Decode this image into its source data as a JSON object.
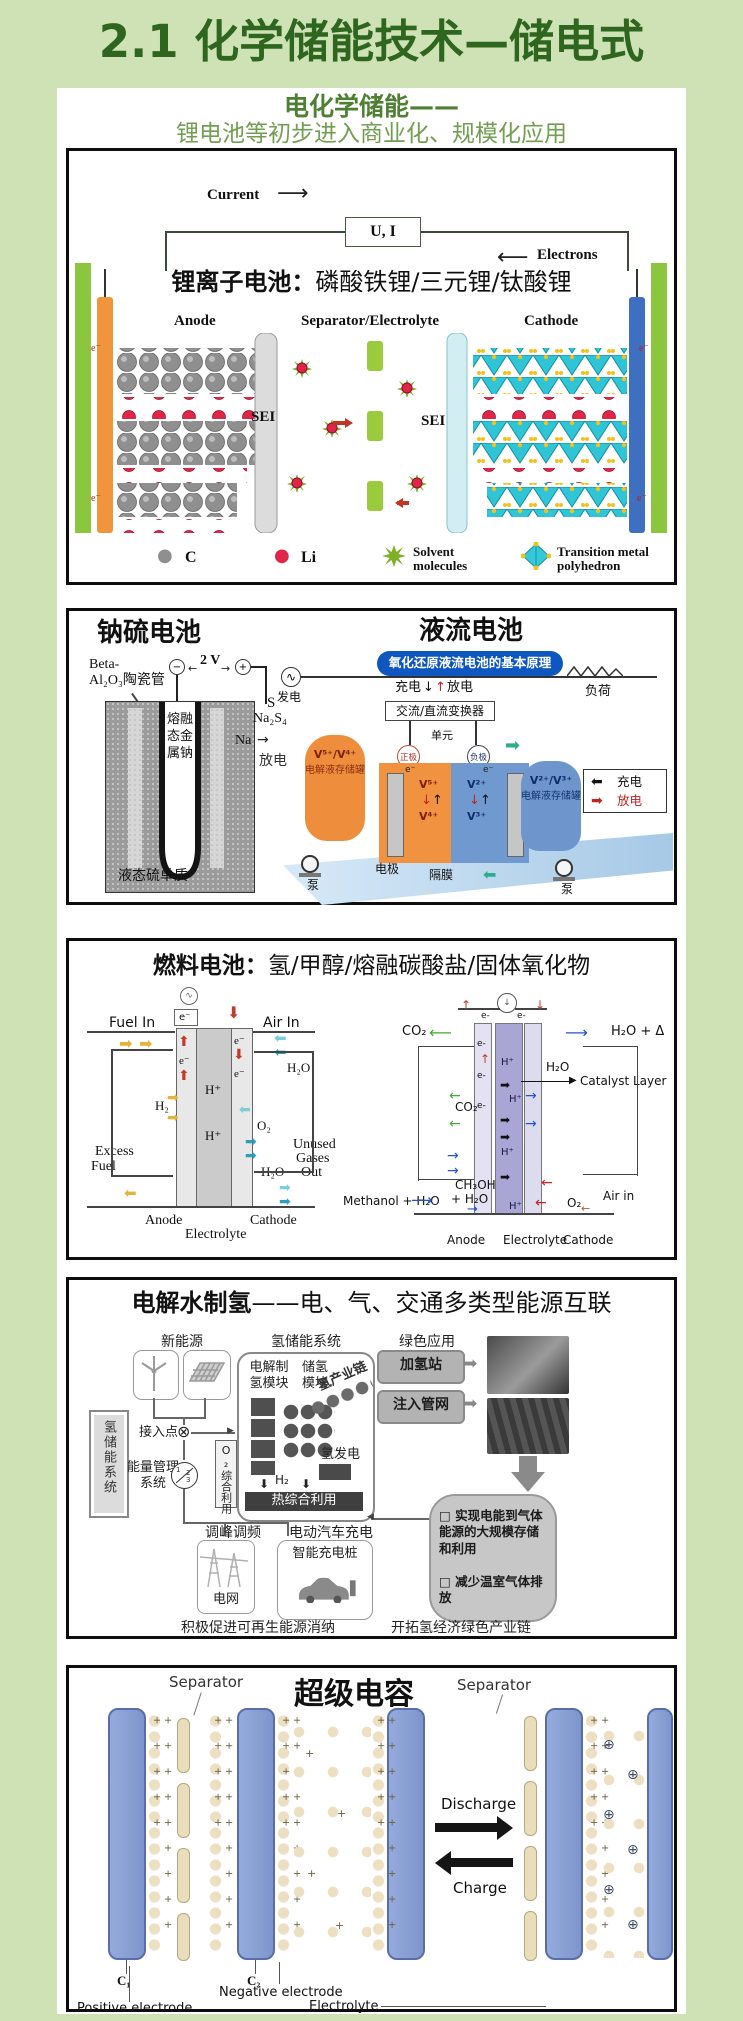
{
  "header": {
    "title": "2.1 化学储能技术—储电式"
  },
  "intro": {
    "line1": "电化学储能——",
    "line2": "锂电池等初步进入商业化、规模化应用"
  },
  "glyphs": {
    "dot": "●",
    "fat_right": "➡",
    "fat_left": "⬅",
    "fat_up": "⬆",
    "fat_down": "⬇",
    "right": "→",
    "left": "←",
    "up": "↑",
    "down": "↓",
    "long_right": "⟶",
    "long_left": "⟵",
    "sine": "∿",
    "circle_x": "⊗",
    "tri_right": "▶",
    "tri_left": "◀",
    "square": "□",
    "circle_plus": "⊕",
    "plus": "+",
    "minus": "−",
    "plus_chain": "+ + + + + + + + + + + + + +"
  },
  "li": {
    "current": "Current",
    "ui": "U, I",
    "electrons": "Electrons",
    "t_bold": "锂离子电池：",
    "t_rest": "磷酸铁锂/三元锂/钛酸锂",
    "anode": "Anode",
    "sep": "Separator/Electrolyte",
    "cathode": "Cathode",
    "sei": "SEI",
    "e": "e⁻",
    "leg_c": "C",
    "leg_li": "Li",
    "leg_s1": "Solvent",
    "leg_s2": "molecules",
    "leg_t1": "Transition metal",
    "leg_t2": "polyhedron"
  },
  "nas": {
    "title": "钠硫电池",
    "beta1": "Beta-",
    "beta2": "Al₂O₃陶瓷管",
    "volt": "2 V",
    "tube1": "熔融",
    "tube2": "态金",
    "tube3": "属钠",
    "s": "S",
    "na2s4": "Na₂S₄",
    "na": "Na",
    "discharge": "放电",
    "liquid": "液态硫单质"
  },
  "flow": {
    "title": "液流电池",
    "banner": "氧化还原液流电池的基本原理",
    "gen": "发电",
    "charge": "充电",
    "discharge": "放电",
    "load": "负荷",
    "conv": "交流/直流变换器",
    "pos": "正极",
    "neg": "负极",
    "unit": "单元",
    "e": "e⁻",
    "v5": "V⁵⁺",
    "v4": "V⁴⁺",
    "v2": "V²⁺",
    "v3": "V³⁺",
    "tl1": "V⁵⁺/V⁴⁺",
    "tl2": "电解液存储罐",
    "tr1": "V²⁺/V³⁺",
    "tr2": "电解液存储罐",
    "electrode": "电极",
    "membrane": "隔膜",
    "leg_c": "充电",
    "leg_d": "放电",
    "pump": "泵"
  },
  "fc": {
    "t_bold": "燃料电池：",
    "t_rest": "氢/甲醇/熔融碳酸盐/固体氧化物",
    "l": {
      "fuel": "Fuel In",
      "air": "Air In",
      "e": "e⁻",
      "h2": "H₂",
      "hp": "H⁺",
      "o2": "O₂",
      "h2o": "H₂O",
      "excess1": "Excess",
      "excess2": "Fuel",
      "un1": "Unused",
      "un2": "Gases",
      "un3": "Out",
      "anode": "Anode",
      "ely": "Electrolyte",
      "cath": "Cathode"
    },
    "r": {
      "e": "e-",
      "co2": "CO₂",
      "h2od": "H₂O + Δ",
      "hp": "H⁺",
      "h2o": "H₂O",
      "cat": "Catalyst Layer",
      "ch3oh": "CH₃OH",
      "ph2o": "+ H₂O",
      "meth": "Methanol + H₂O",
      "o2": "O₂",
      "air": "Air in",
      "anode": "Anode",
      "ely": "Electrolyte",
      "cath": "Cathode"
    }
  },
  "hy": {
    "t_bold": "电解水制氢",
    "t_rest": "——电、气、交通多类型能源互联",
    "new_energy": "新能源",
    "sys": "氢储能系统",
    "mod_e1": "电解制",
    "mod_e2": "氢模块",
    "mod_s1": "储氢",
    "mod_s2": "模块",
    "green": "绿色应用",
    "station": "加氢站",
    "pipeline": "注入管网",
    "chain": "氢产业链",
    "access": "接入点",
    "ems1": "能量管理",
    "ems2": "系统",
    "n1": "1",
    "n2": "2",
    "n3": "3",
    "o2use": "O₂综合利用",
    "h2": "H₂",
    "h2gen": "氢发电",
    "heat": "热综合利用",
    "peak": "调峰调频",
    "ev": "电动汽车充电",
    "charger": "智能充电桩",
    "grid": "电网",
    "side_sys": "氢储能系统",
    "cap_l": "积极促进可再生能源消纳",
    "cap_r": "开拓氢经济绿色产业链",
    "b1": "实现电能到气体能源的大规模存储和利用",
    "b2": "减少温室气体排放"
  },
  "sc": {
    "title": "超级电容",
    "sep": "Separator",
    "discharge": "Discharge",
    "charge": "Charge",
    "c1": "C₁",
    "c2": "C₂",
    "neg": "Negative electrode",
    "ely": "Electrolyte",
    "pos": "Positive electrode"
  }
}
